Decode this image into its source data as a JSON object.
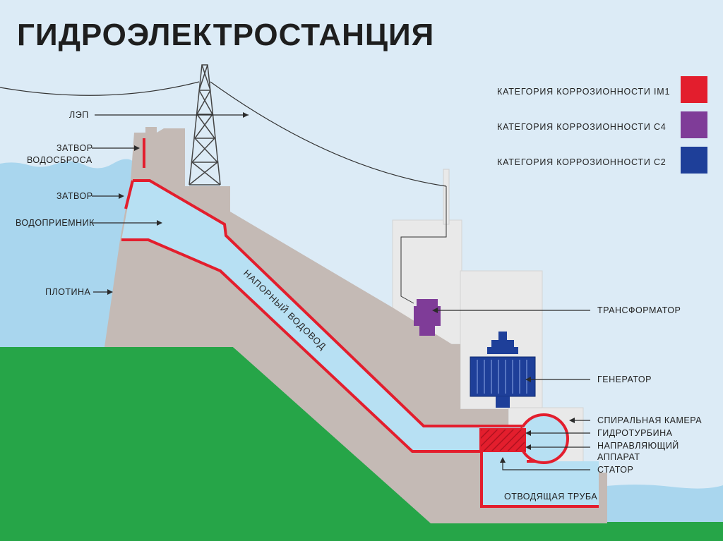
{
  "title": "ГИДРОЭЛЕКТРОСТАНЦИЯ",
  "legend": [
    {
      "label": "КАТЕГОРИЯ КОРРОЗИОННОСТИ IM1",
      "color": "#e31e2d"
    },
    {
      "label": "КАТЕГОРИЯ КОРРОЗИОННОСТИ С4",
      "color": "#7f3c98"
    },
    {
      "label": "КАТЕГОРИЯ КОРРОЗИОННОСТИ С2",
      "color": "#1e3f99"
    }
  ],
  "labels": {
    "lep": "ЛЭП",
    "spillway_gate_1": "ЗАТВОР",
    "spillway_gate_2": "ВОДОСБРОСА",
    "gate": "ЗАТВОР",
    "intake": "ВОДОПРИЕМНИК",
    "dam": "ПЛОТИНА",
    "penstock": "НАПОРНЫЙ ВОДОВОД",
    "transformer": "ТРАНСФОРМАТОР",
    "generator": "ГЕНЕРАТОР",
    "spiral_chamber": "СПИРАЛЬНАЯ КАМЕРА",
    "turbine": "ГИДРОТУРБИНА",
    "guide_1": "НАПРАВЛЯЮЩИЙ",
    "guide_2": "АППАРАТ",
    "stator": "СТАТОР",
    "outlet": "ОТВОДЯЩАЯ ТРУБА"
  },
  "colors": {
    "sky": "#dcebf6",
    "water": "#a9d6ee",
    "ground": "#26a548",
    "concrete": "#c4bab5",
    "building": "#e9e9e9",
    "pipe_water": "#b7e0f3",
    "red": "#e31e2d",
    "purple": "#7f3c98",
    "blue": "#1e3f99"
  }
}
